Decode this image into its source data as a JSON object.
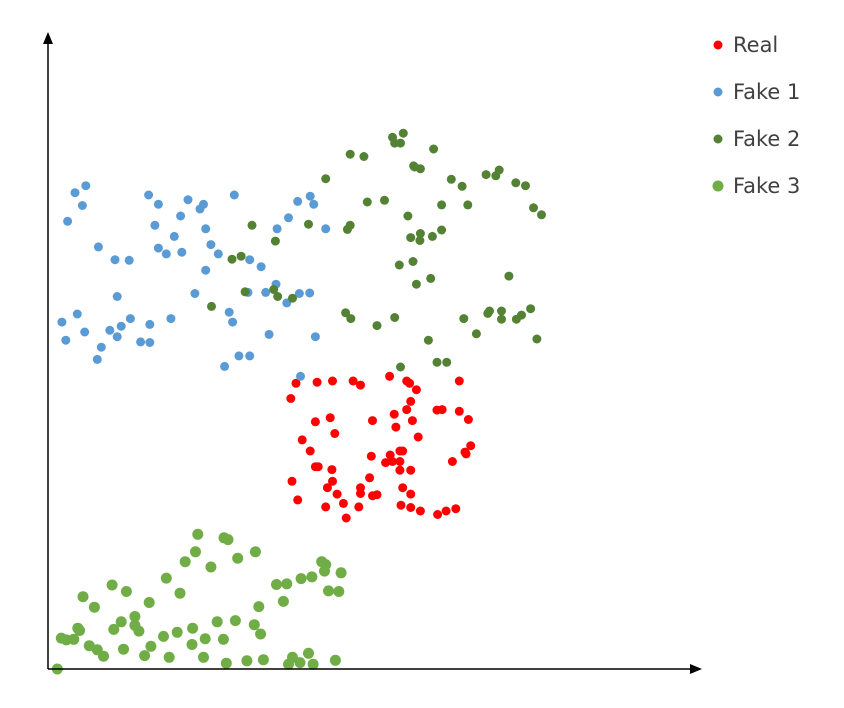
{
  "chart_data": {
    "type": "scatter",
    "title": "",
    "xlabel": "",
    "ylabel": "",
    "xlim": [
      0,
      100
    ],
    "ylim": [
      0,
      100
    ],
    "grid": false,
    "legend_position": "top-right",
    "series": [
      {
        "name": "Real",
        "color": "#ff0000",
        "points": [
          [
            42.2,
            49.0
          ],
          [
            41.3,
            46.4
          ],
          [
            45.9,
            49.2
          ],
          [
            48.6,
            49.4
          ],
          [
            52.2,
            49.4
          ],
          [
            53.5,
            48.7
          ],
          [
            58.6,
            50.2
          ],
          [
            61.6,
            49.4
          ],
          [
            62.1,
            49.0
          ],
          [
            63.3,
            47.9
          ],
          [
            61.6,
            44.5
          ],
          [
            66.9,
            44.4
          ],
          [
            67.8,
            44.5
          ],
          [
            70.8,
            49.4
          ],
          [
            48.2,
            43.1
          ],
          [
            45.6,
            42.4
          ],
          [
            49.0,
            40.4
          ],
          [
            43.3,
            39.3
          ],
          [
            45.6,
            34.7
          ],
          [
            46.1,
            34.7
          ],
          [
            44.7,
            37.4
          ],
          [
            48.5,
            34.2
          ],
          [
            48.6,
            32.2
          ],
          [
            41.5,
            32.2
          ],
          [
            47.4,
            27.8
          ],
          [
            42.5,
            29.0
          ],
          [
            60.4,
            37.4
          ],
          [
            60.9,
            37.4
          ],
          [
            60.4,
            35.6
          ],
          [
            59.1,
            35.6
          ],
          [
            55.4,
            36.5
          ],
          [
            58.7,
            36.7
          ],
          [
            57.9,
            35.4
          ],
          [
            59.7,
            41.5
          ],
          [
            62.3,
            45.9
          ],
          [
            70.8,
            44.2
          ],
          [
            72.4,
            42.8
          ],
          [
            72.8,
            38.3
          ],
          [
            72.0,
            36.9
          ],
          [
            71.8,
            37.2
          ],
          [
            69.6,
            35.6
          ],
          [
            63.6,
            39.8
          ],
          [
            62.6,
            42.6
          ],
          [
            59.4,
            43.7
          ],
          [
            62.3,
            34.1
          ],
          [
            55.1,
            32.8
          ],
          [
            60.9,
            31.1
          ],
          [
            60.6,
            28.1
          ],
          [
            62.3,
            30.0
          ],
          [
            62.3,
            27.7
          ],
          [
            64.0,
            27.1
          ],
          [
            67.0,
            26.5
          ],
          [
            68.5,
            27.1
          ],
          [
            70.2,
            27.5
          ],
          [
            55.6,
            29.7
          ],
          [
            56.4,
            29.9
          ],
          [
            53.5,
            30.1
          ],
          [
            50.5,
            28.4
          ],
          [
            49.4,
            30.0
          ],
          [
            53.2,
            27.8
          ],
          [
            51.0,
            25.9
          ],
          [
            53.5,
            31.1
          ],
          [
            47.7,
            31.1
          ],
          [
            60.4,
            34.1
          ],
          [
            55.6,
            42.6
          ]
        ]
      },
      {
        "name": "Fake 1",
        "color": "#5b9bd5",
        "points": [
          [
            2.2,
            76.8
          ],
          [
            4.8,
            79.5
          ],
          [
            3.5,
            81.7
          ],
          [
            5.4,
            82.9
          ],
          [
            7.6,
            72.4
          ],
          [
            10.5,
            70.2
          ],
          [
            13.0,
            70.1
          ],
          [
            16.4,
            81.3
          ],
          [
            17.5,
            76.1
          ],
          [
            18.1,
            79.7
          ],
          [
            18.1,
            72.2
          ],
          [
            19.5,
            71.2
          ],
          [
            20.9,
            74.2
          ],
          [
            22.0,
            77.7
          ],
          [
            23.3,
            80.5
          ],
          [
            25.4,
            78.9
          ],
          [
            26.0,
            79.7
          ],
          [
            26.4,
            75.5
          ],
          [
            27.3,
            72.8
          ],
          [
            26.4,
            68.4
          ],
          [
            28.6,
            71.2
          ],
          [
            31.4,
            81.3
          ],
          [
            34.1,
            70.2
          ],
          [
            36.1,
            69.0
          ],
          [
            38.9,
            75.5
          ],
          [
            40.9,
            77.4
          ],
          [
            42.5,
            80.2
          ],
          [
            44.7,
            81.1
          ],
          [
            45.3,
            79.7
          ],
          [
            47.4,
            75.5
          ],
          [
            22.2,
            71.5
          ],
          [
            30.5,
            61.2
          ],
          [
            31.1,
            59.5
          ],
          [
            33.8,
            64.6
          ],
          [
            36.9,
            64.6
          ],
          [
            38.7,
            66.0
          ],
          [
            40.6,
            62.8
          ],
          [
            42.8,
            64.4
          ],
          [
            44.6,
            64.5
          ],
          [
            10.9,
            63.9
          ],
          [
            13.2,
            60.1
          ],
          [
            10.9,
            57.0
          ],
          [
            16.6,
            59.1
          ],
          [
            16.6,
            56.0
          ],
          [
            9.6,
            58.1
          ],
          [
            7.4,
            53.1
          ],
          [
            5.2,
            57.8
          ],
          [
            3.9,
            60.9
          ],
          [
            1.9,
            56.4
          ],
          [
            1.2,
            59.5
          ],
          [
            11.6,
            58.8
          ],
          [
            8.1,
            55.2
          ],
          [
            20.3,
            60.1
          ],
          [
            24.5,
            64.4
          ],
          [
            29.7,
            51.9
          ],
          [
            32.2,
            53.7
          ],
          [
            34.1,
            53.7
          ],
          [
            43.0,
            50.2
          ],
          [
            45.6,
            57.0
          ],
          [
            37.5,
            57.4
          ],
          [
            15.0,
            56.1
          ]
        ]
      },
      {
        "name": "Fake 2",
        "color": "#548235",
        "points": [
          [
            51.7,
            88.3
          ],
          [
            54.1,
            87.9
          ],
          [
            59.5,
            90.2
          ],
          [
            60.5,
            90.2
          ],
          [
            59.1,
            91.2
          ],
          [
            61.0,
            91.9
          ],
          [
            62.8,
            86.3
          ],
          [
            63.0,
            86.1
          ],
          [
            64.0,
            85.8
          ],
          [
            66.3,
            89.2
          ],
          [
            69.4,
            84.0
          ],
          [
            71.3,
            82.8
          ],
          [
            67.7,
            79.6
          ],
          [
            72.3,
            79.6
          ],
          [
            75.5,
            84.8
          ],
          [
            77.8,
            85.6
          ],
          [
            80.7,
            83.4
          ],
          [
            82.4,
            82.9
          ],
          [
            83.8,
            79.1
          ],
          [
            85.2,
            77.9
          ],
          [
            77.2,
            84.6
          ],
          [
            67.7,
            75.3
          ],
          [
            64.0,
            74.7
          ],
          [
            63.9,
            73.5
          ],
          [
            66.1,
            74.2
          ],
          [
            62.3,
            74.0
          ],
          [
            61.8,
            77.7
          ],
          [
            57.7,
            80.4
          ],
          [
            54.7,
            80.1
          ],
          [
            51.7,
            76.1
          ],
          [
            51.2,
            75.4
          ],
          [
            47.4,
            84.1
          ],
          [
            44.4,
            76.3
          ],
          [
            62.7,
            69.9
          ],
          [
            60.3,
            69.3
          ],
          [
            63.3,
            66.0
          ],
          [
            65.8,
            67.0
          ],
          [
            59.5,
            60.3
          ],
          [
            56.4,
            58.9
          ],
          [
            50.9,
            61.1
          ],
          [
            51.8,
            60.1
          ],
          [
            41.6,
            63.6
          ],
          [
            39.0,
            63.9
          ],
          [
            38.3,
            65.1
          ],
          [
            33.3,
            64.7
          ],
          [
            27.4,
            62.2
          ],
          [
            31.0,
            70.3
          ],
          [
            32.6,
            70.8
          ],
          [
            34.5,
            76.1
          ],
          [
            38.6,
            73.4
          ],
          [
            60.5,
            51.8
          ],
          [
            65.4,
            56.4
          ],
          [
            66.9,
            52.6
          ],
          [
            68.6,
            52.6
          ],
          [
            71.6,
            60.1
          ],
          [
            73.8,
            57.5
          ],
          [
            76.1,
            61.4
          ],
          [
            79.5,
            67.4
          ],
          [
            81.7,
            60.7
          ],
          [
            84.4,
            56.6
          ],
          [
            83.3,
            61.8
          ],
          [
            80.8,
            60.0
          ],
          [
            78.2,
            60.0
          ],
          [
            78.2,
            61.4
          ],
          [
            75.8,
            61.0
          ]
        ]
      },
      {
        "name": "Fake 3",
        "color": "#70ad47",
        "points": [
          [
            0.4,
            0.0
          ],
          [
            2.0,
            5.0
          ],
          [
            4.0,
            7.0
          ],
          [
            4.9,
            12.4
          ],
          [
            6.9,
            10.6
          ],
          [
            10.0,
            14.4
          ],
          [
            12.5,
            13.3
          ],
          [
            14.0,
            9.0
          ],
          [
            16.5,
            11.4
          ],
          [
            19.5,
            15.6
          ],
          [
            21.9,
            13.0
          ],
          [
            24.6,
            20.1
          ],
          [
            22.8,
            18.4
          ],
          [
            25.0,
            23.1
          ],
          [
            27.3,
            17.5
          ],
          [
            29.6,
            22.5
          ],
          [
            30.3,
            22.2
          ],
          [
            32.0,
            19.0
          ],
          [
            35.1,
            20.1
          ],
          [
            38.8,
            14.5
          ],
          [
            40.6,
            14.6
          ],
          [
            45.0,
            15.8
          ],
          [
            47.2,
            16.8
          ],
          [
            50.1,
            16.5
          ],
          [
            47.9,
            13.4
          ],
          [
            49.7,
            13.3
          ],
          [
            47.4,
            17.9
          ],
          [
            46.7,
            18.4
          ],
          [
            43.1,
            15.5
          ],
          [
            40.0,
            11.6
          ],
          [
            35.7,
            10.7
          ],
          [
            34.9,
            7.6
          ],
          [
            31.6,
            8.3
          ],
          [
            28.4,
            8.1
          ],
          [
            26.3,
            5.2
          ],
          [
            24.1,
            7.0
          ],
          [
            21.4,
            6.3
          ],
          [
            19.0,
            5.6
          ],
          [
            16.8,
            3.9
          ],
          [
            14.7,
            6.5
          ],
          [
            11.6,
            8.1
          ],
          [
            8.5,
            2.2
          ],
          [
            4.3,
            6.6
          ],
          [
            3.3,
            5.1
          ],
          [
            1.1,
            5.3
          ],
          [
            7.4,
            3.3
          ],
          [
            12.0,
            3.4
          ],
          [
            15.7,
            2.3
          ],
          [
            10.3,
            6.8
          ],
          [
            24.0,
            4.2
          ],
          [
            26.0,
            2.0
          ],
          [
            29.5,
            5.1
          ],
          [
            33.6,
            1.4
          ],
          [
            36.5,
            1.6
          ],
          [
            40.9,
            0.8
          ],
          [
            42.9,
            1.1
          ],
          [
            45.2,
            0.8
          ],
          [
            49.1,
            1.5
          ],
          [
            44.4,
            2.7
          ],
          [
            41.6,
            2.0
          ],
          [
            30.0,
            1.0
          ],
          [
            20.0,
            2.0
          ],
          [
            6.0,
            4.0
          ],
          [
            14.0,
            7.5
          ],
          [
            36.0,
            6.0
          ]
        ]
      }
    ]
  }
}
